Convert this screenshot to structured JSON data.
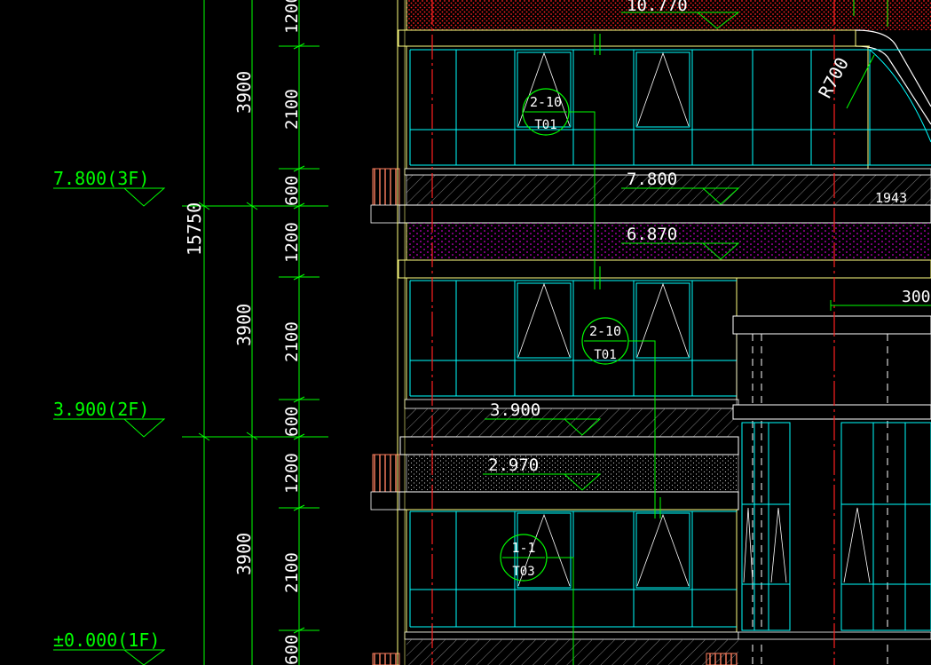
{
  "colors": {
    "background": "#000000",
    "dimension": "#00ff00",
    "outline": "#ffff80",
    "glazing": "#00ffff",
    "axis": "#ff0000",
    "pink_hatch": "#ff00ff",
    "red_hatch": "#ff2020",
    "balustrade": "#ff8060",
    "white": "#ffffff",
    "tag": "#00ff00"
  },
  "floor_labels": [
    {
      "text": "7.800(3F)"
    },
    {
      "text": "3.900(2F)"
    },
    {
      "text": "±0.000(1F)"
    }
  ],
  "overall_dimension": "15750",
  "story_dimensions": [
    "3900",
    "3900",
    "3900"
  ],
  "detail_dimensions": [
    "1200",
    "2100",
    "600",
    "1200",
    "2100",
    "600",
    "1200",
    "2100",
    "600"
  ],
  "level_marks": [
    {
      "text": "10.770"
    },
    {
      "text": "7.800"
    },
    {
      "text": "6.870"
    },
    {
      "text": "3.900"
    },
    {
      "text": "2.970"
    }
  ],
  "annotations": {
    "radius": "R700",
    "slab_note": "1943",
    "offset_note": "300"
  },
  "window_tags": [
    {
      "top": "2-10",
      "bottom": "T01"
    },
    {
      "top": "2-10",
      "bottom": "T01"
    },
    {
      "top": "1-1",
      "bottom": "T03"
    }
  ]
}
